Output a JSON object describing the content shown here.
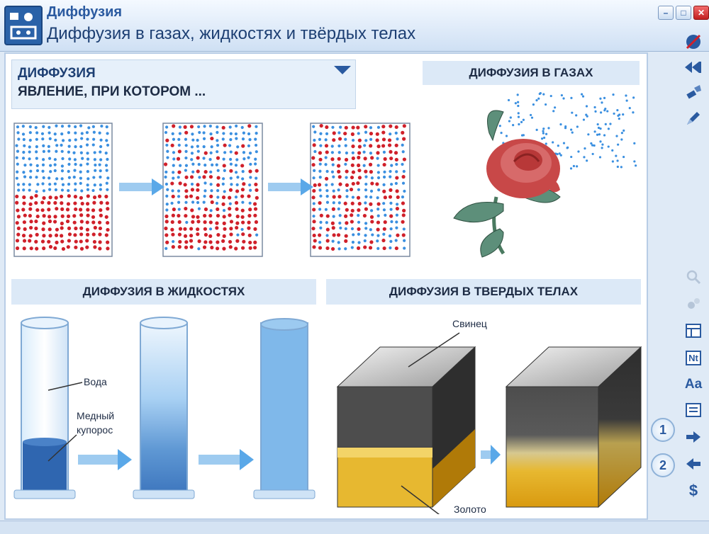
{
  "window": {
    "app_title": "Диффузия",
    "page_title": "Диффузия в газах, жидкостях и твёрдых телах"
  },
  "definition": {
    "title": "ДИФФУЗИЯ",
    "text": "ЯВЛЕНИЕ, ПРИ КОТОРОМ ..."
  },
  "sections": {
    "gases": "ДИФФУЗИЯ В ГАЗАХ",
    "liquids": "ДИФФУЗИЯ В ЖИДКОСТЯХ",
    "solids": "ДИФФУЗИЯ В ТВЕРДЫХ ТЕЛАХ"
  },
  "liquid_labels": {
    "water": "Вода",
    "copper_sulfate_1": "Медный",
    "copper_sulfate_2": "купорос"
  },
  "solid_labels": {
    "lead": "Свинец",
    "gold": "Золото"
  },
  "steps": [
    "1",
    "2"
  ],
  "toolbar": {
    "top": [
      "no-draw-icon",
      "rewind-icon",
      "flashlight-icon",
      "pen-icon"
    ],
    "font_label": "Aa",
    "nt_label": "Nt",
    "dollar_label": "$"
  },
  "colors": {
    "accent": "#2a5aa0",
    "particle_blue": "#3a8fe0",
    "particle_red": "#d0202a",
    "gold": "#e7b830",
    "lead": "#4d4d4d"
  }
}
